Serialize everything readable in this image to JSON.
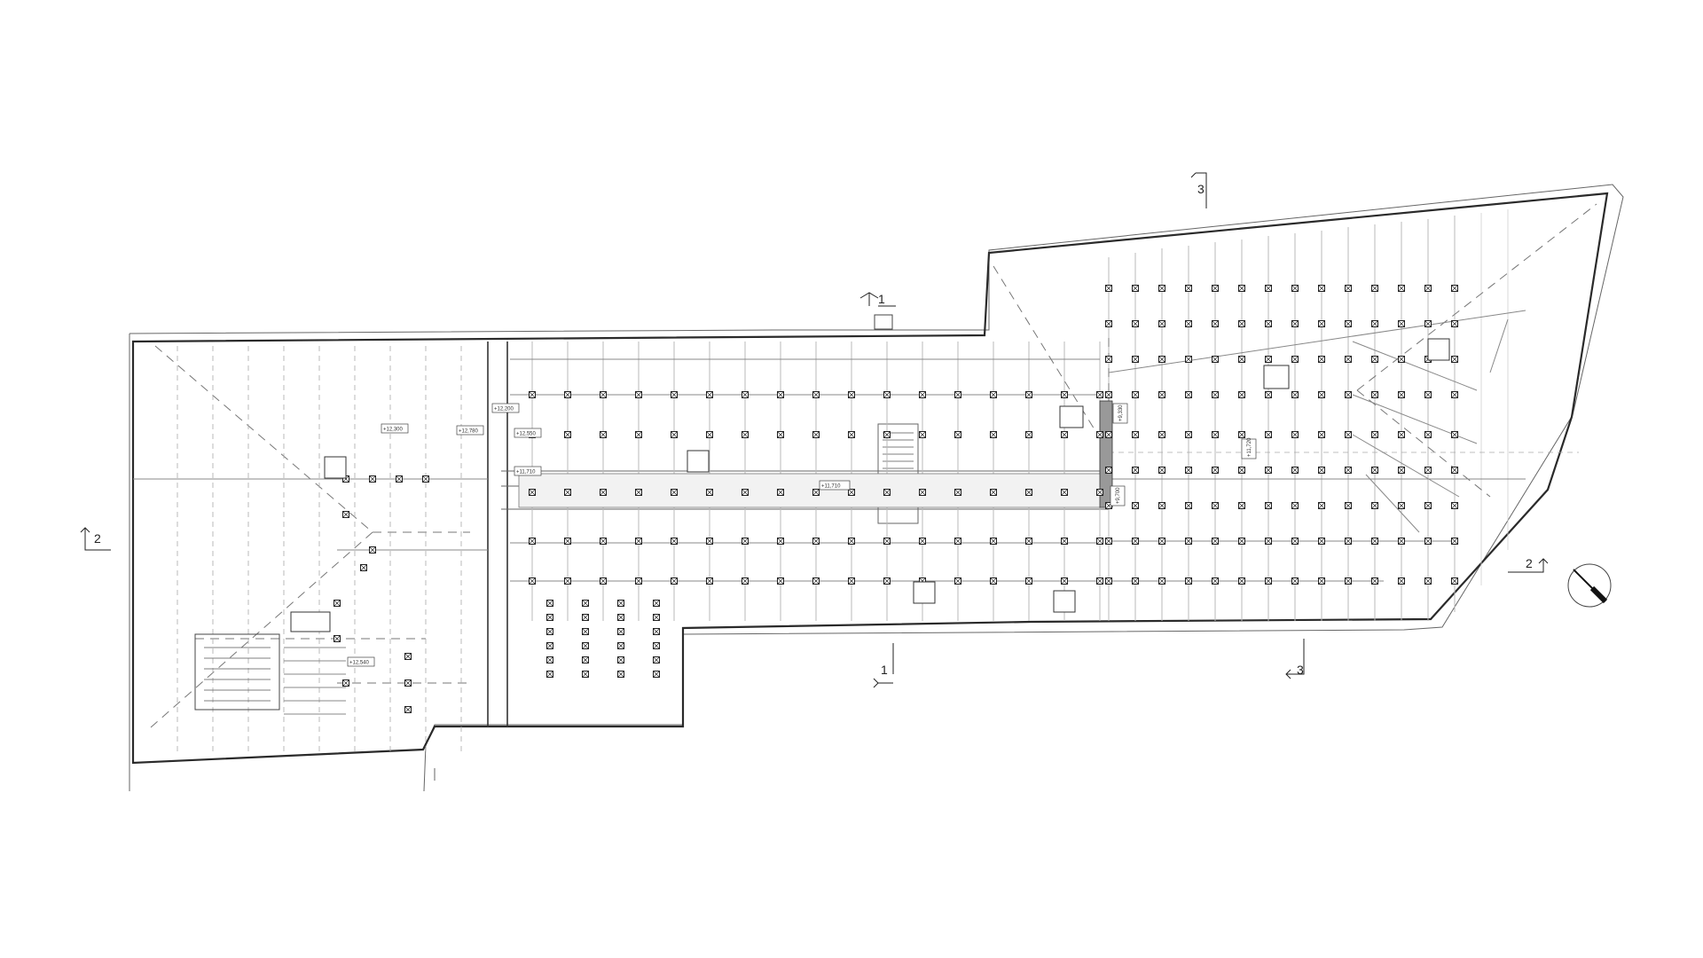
{
  "drawing": {
    "section_markers": [
      {
        "id": "sec-1-top",
        "label": "1"
      },
      {
        "id": "sec-1-bottom",
        "label": "1"
      },
      {
        "id": "sec-2-left",
        "label": "2"
      },
      {
        "id": "sec-2-right",
        "label": "2"
      },
      {
        "id": "sec-3-top",
        "label": "3"
      },
      {
        "id": "sec-3-bottom",
        "label": "3"
      }
    ],
    "levels": [
      "+12,200",
      "+12,780",
      "+12,550",
      "+11,710",
      "+11,710",
      "+9,700",
      "+12,300",
      "+12,540",
      "+9,330",
      "+11,720"
    ],
    "north_icon": "north-arrow-icon"
  }
}
